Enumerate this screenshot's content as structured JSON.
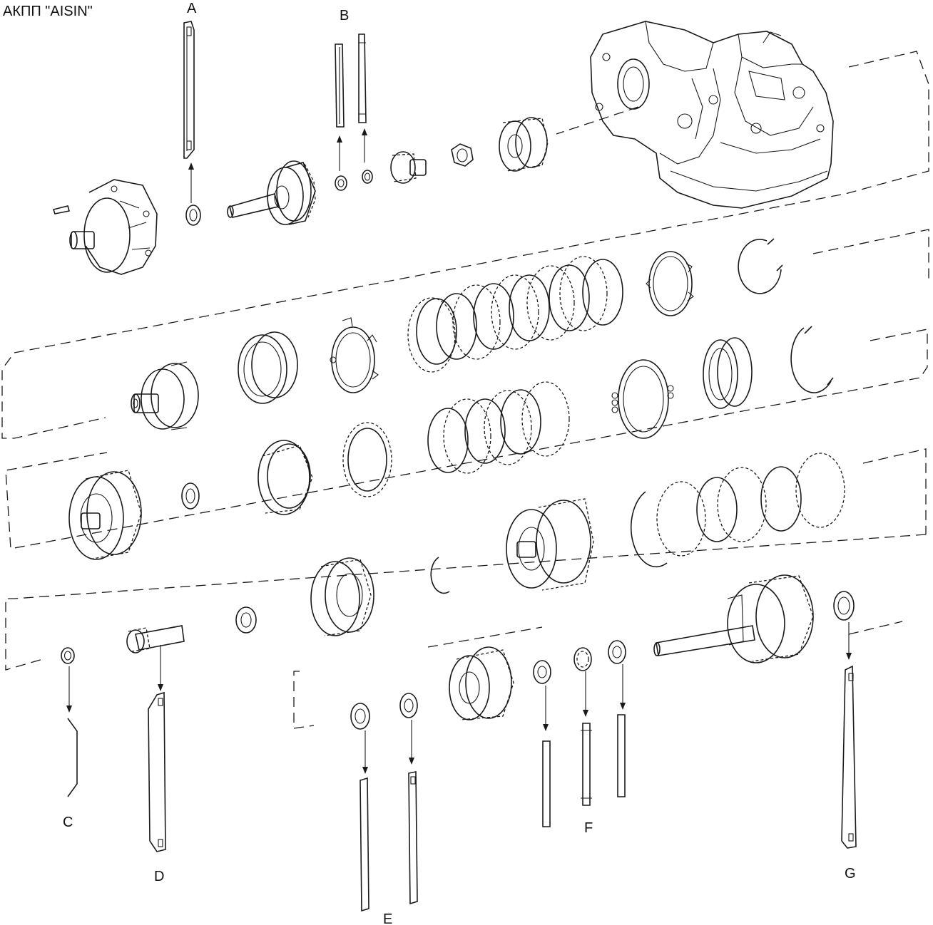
{
  "title": "АКПП \"AISIN\"",
  "labels": {
    "a": "A",
    "b": "B",
    "c": "C",
    "d": "D",
    "e": "E",
    "f": "F",
    "g": "G"
  },
  "icons": [
    "transmission-case",
    "oil-pump",
    "clutch-drum",
    "friction-disc",
    "steel-plate",
    "snap-ring",
    "thrust-bearing",
    "thrust-washer",
    "planetary-gear-set",
    "input-shaft",
    "ring-gear",
    "bushing"
  ]
}
